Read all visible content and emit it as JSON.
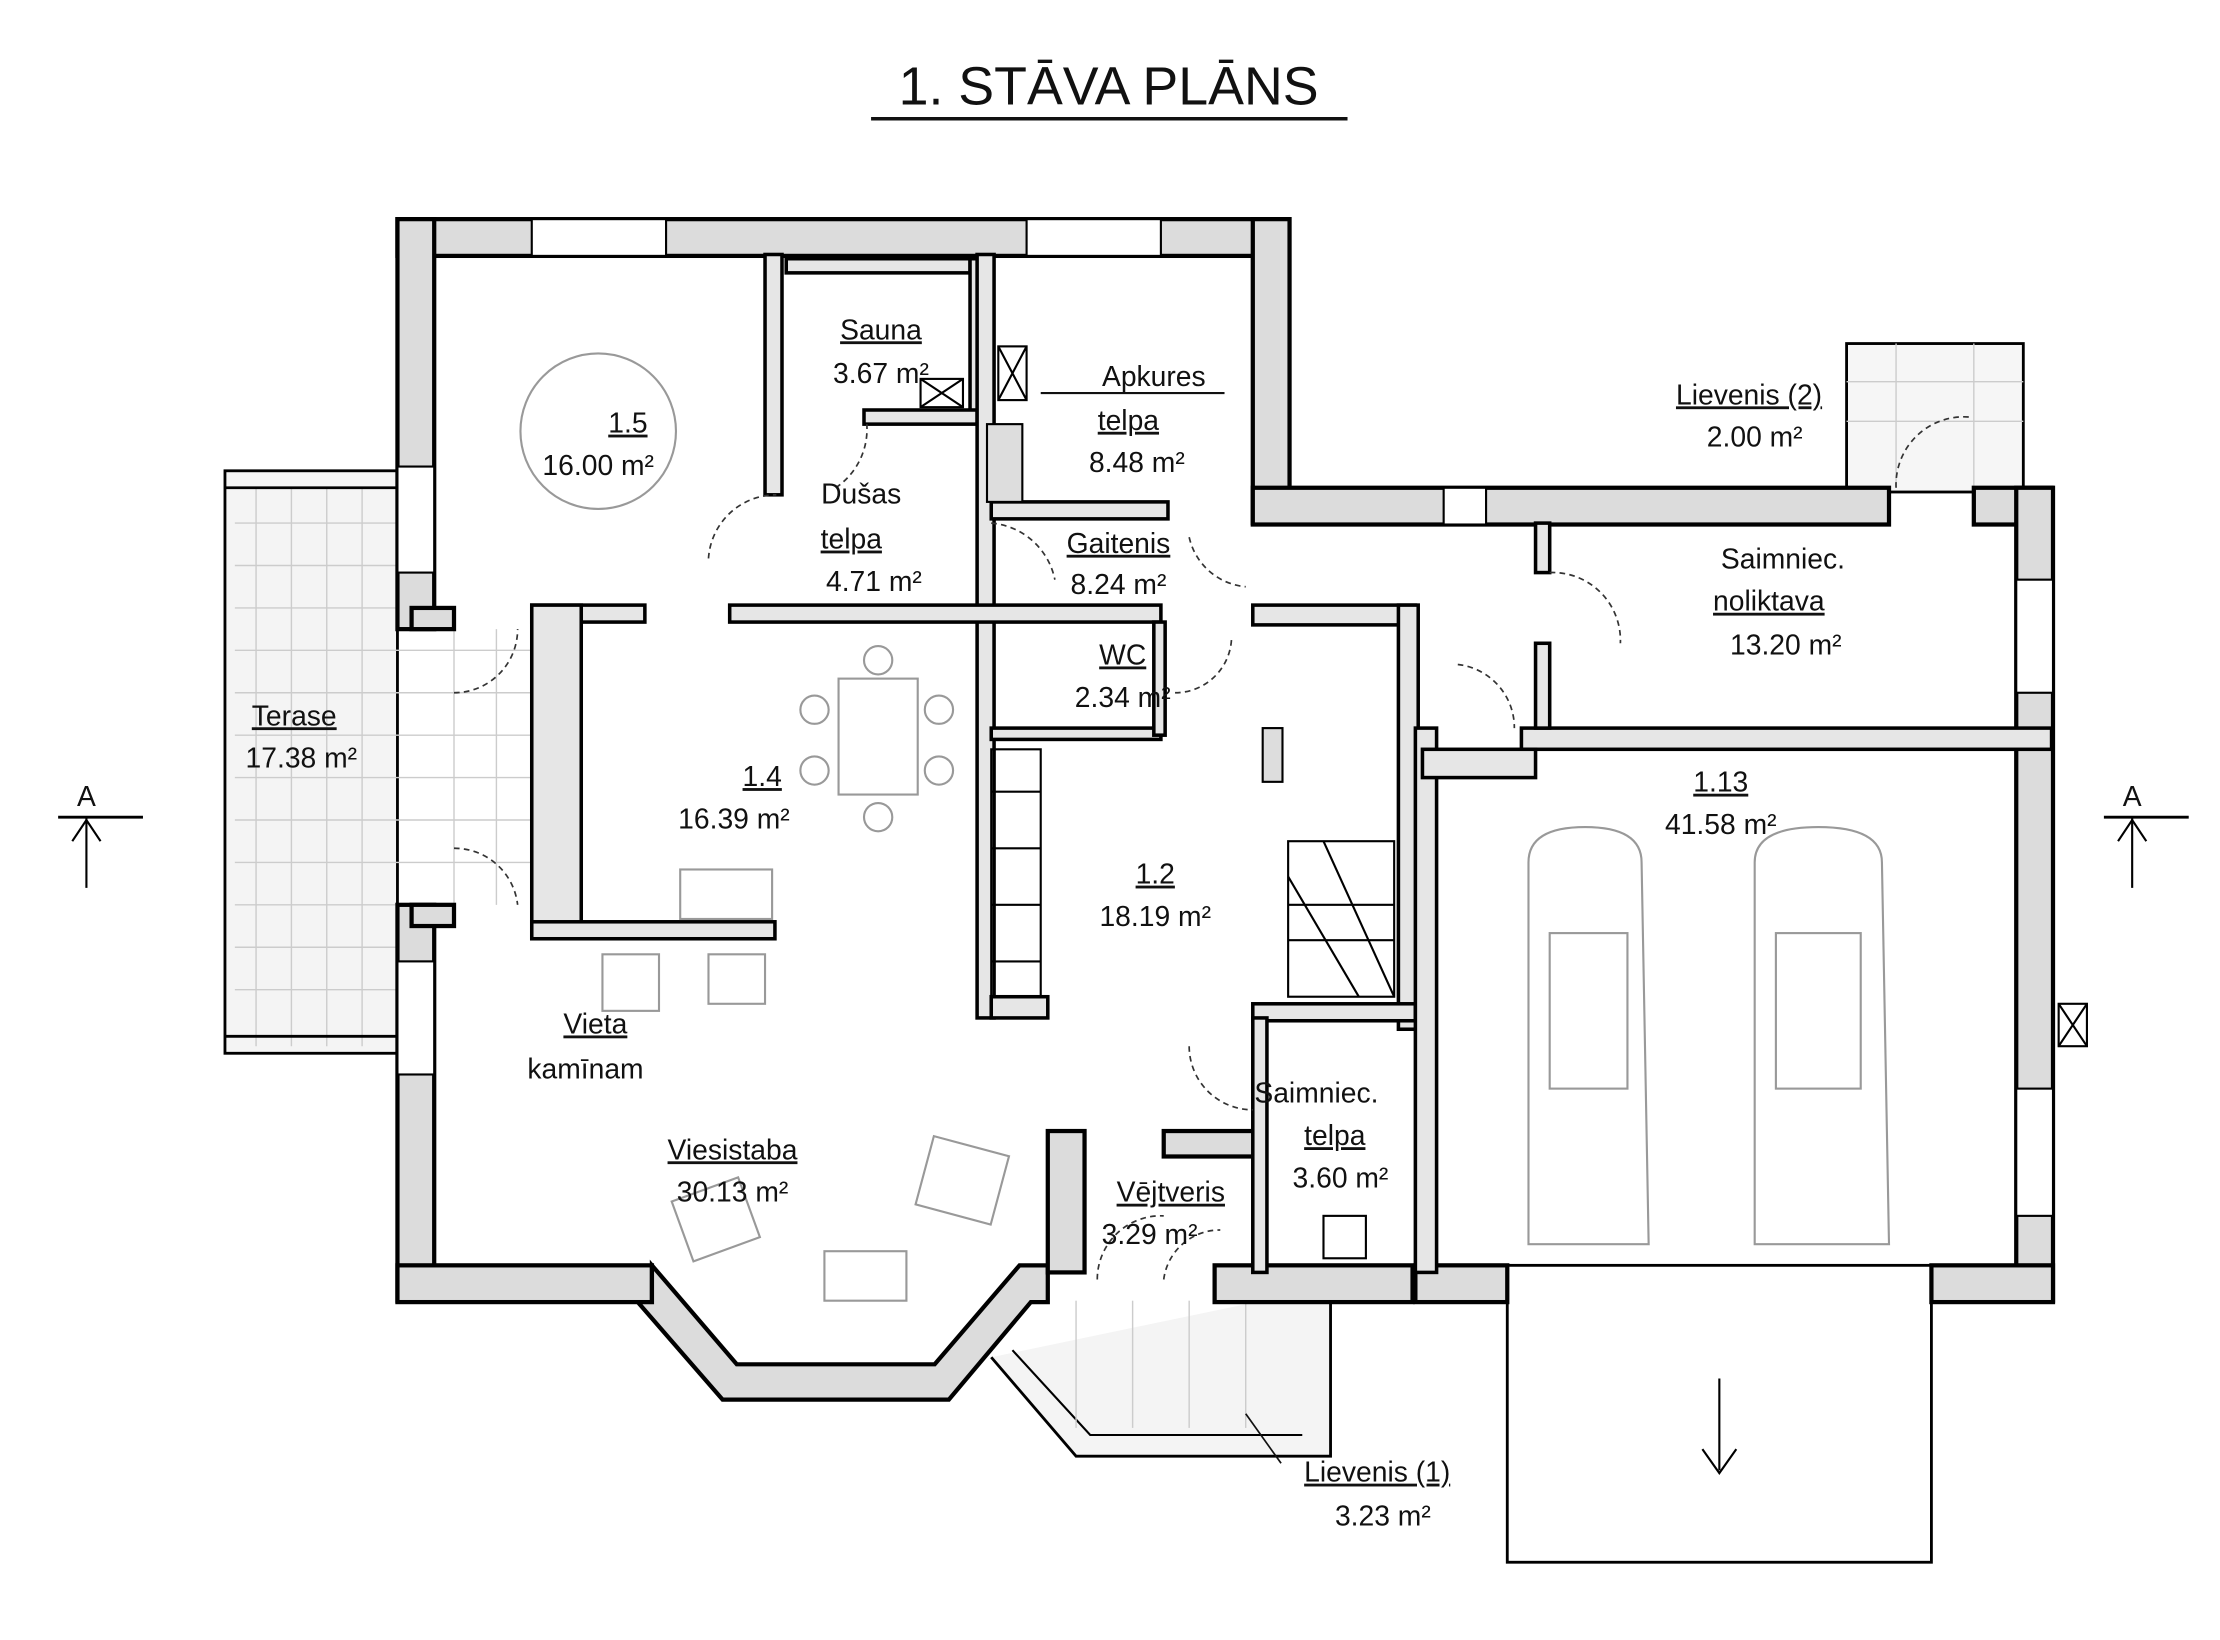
{
  "title": "1. STĀVA PLĀNS",
  "section_marker": "A",
  "rooms": {
    "sauna": {
      "name": "Sauna",
      "area": "3.67 m²"
    },
    "apkures": {
      "name1": "Apkures",
      "name2": "telpa",
      "area": "8.48 m²"
    },
    "r15": {
      "name": "1.5",
      "area": "16.00 m²"
    },
    "dusas": {
      "name1": "Dušas",
      "name2": "telpa",
      "area": "4.71 m²"
    },
    "gaitenis": {
      "name": "Gaitenis",
      "area": "8.24 m²"
    },
    "wc": {
      "name": "WC",
      "area": "2.34 m²"
    },
    "terase": {
      "name": "Terase",
      "area": "17.38 m²"
    },
    "r14": {
      "name": "1.4",
      "area": "16.39 m²"
    },
    "r12": {
      "name": "1.2",
      "area": "18.19 m²"
    },
    "lievenis2": {
      "name": "Lievenis (2)",
      "area": "2.00 m²"
    },
    "noliktava": {
      "name1": "Saimniec.",
      "name2": "noliktava",
      "area": "13.20 m²"
    },
    "r113": {
      "name": "1.13",
      "area": "41.58 m²"
    },
    "kamins": {
      "name1": "Vieta",
      "name2": "kamīnam"
    },
    "viesistaba": {
      "name": "Viesistaba",
      "area": "30.13 m²"
    },
    "saimtelpa": {
      "name1": "Saimniec.",
      "name2": "telpa",
      "area": "3.60 m²"
    },
    "vejtveris": {
      "name": "Vējtveris",
      "area": "3.29 m²"
    },
    "lievenis1": {
      "name": "Lievenis (1)",
      "area": "3.23 m²"
    }
  }
}
